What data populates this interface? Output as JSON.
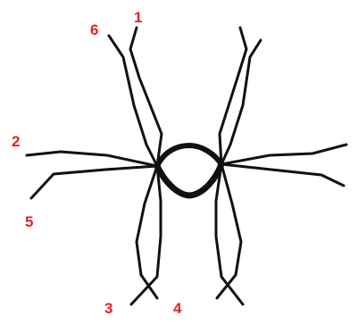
{
  "figure": {
    "stroke_color": "#111111",
    "label_color": "#e8211b",
    "background": "#ffffff",
    "leg_labels": [
      {
        "id": "leg-1",
        "text": "1"
      },
      {
        "id": "leg-2",
        "text": "2"
      },
      {
        "id": "leg-3",
        "text": "3"
      },
      {
        "id": "leg-4",
        "text": "4"
      },
      {
        "id": "leg-5",
        "text": "5"
      },
      {
        "id": "leg-6",
        "text": "6"
      }
    ]
  }
}
